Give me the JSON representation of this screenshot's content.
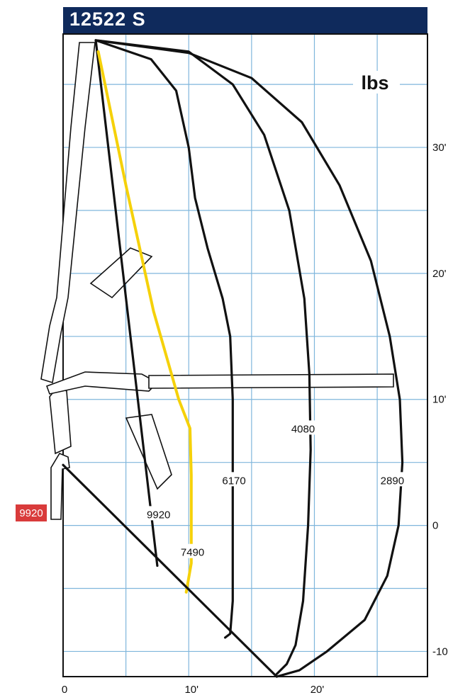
{
  "chart_data": {
    "type": "line",
    "title": "12522 S",
    "unit_label": "lbs",
    "xlim": [
      0,
      29
    ],
    "ylim": [
      -12,
      39
    ],
    "x_ticks": [
      0,
      10,
      20
    ],
    "x_tick_labels": [
      "0",
      "10'",
      "20'"
    ],
    "y_ticks": [
      -10,
      0,
      10,
      20,
      30
    ],
    "y_tick_labels": [
      "-10",
      "0",
      "10'",
      "20'",
      "30'"
    ],
    "grid": true,
    "colors": {
      "title_bar": "#0f2a5c",
      "grid": "#7fb6dc",
      "curves": "#111111",
      "highlight_curve": "#f5d10a",
      "callout": "#d93b3b"
    },
    "series": [
      {
        "name": "9920",
        "color": "#111111",
        "points": [
          [
            2.6,
            38.5
          ],
          [
            7.5,
            -3.2
          ]
        ]
      },
      {
        "name": "7490",
        "color": "#f5d10a",
        "points": [
          [
            2.8,
            37.6
          ],
          [
            5.0,
            27.0
          ],
          [
            7.2,
            17.0
          ],
          [
            9.2,
            10.0
          ],
          [
            10.1,
            7.7
          ],
          [
            10.2,
            4.0
          ],
          [
            10.2,
            -3.0
          ],
          [
            9.8,
            -5.3
          ]
        ]
      },
      {
        "name": "6170",
        "color": "#111111",
        "points": [
          [
            2.6,
            38.5
          ],
          [
            7.0,
            37.0
          ],
          [
            9.0,
            34.5
          ],
          [
            10.0,
            30.0
          ],
          [
            10.5,
            26.0
          ],
          [
            11.5,
            22.0
          ],
          [
            12.7,
            18.0
          ],
          [
            13.3,
            15.0
          ],
          [
            13.5,
            10.0
          ],
          [
            13.5,
            0.0
          ],
          [
            13.5,
            -6.0
          ],
          [
            13.3,
            -8.6
          ],
          [
            12.9,
            -8.9
          ]
        ]
      },
      {
        "name": "4080",
        "color": "#111111",
        "points": [
          [
            2.6,
            38.5
          ],
          [
            10.0,
            37.6
          ],
          [
            13.5,
            35.0
          ],
          [
            16.0,
            31.0
          ],
          [
            18.0,
            25.0
          ],
          [
            19.2,
            18.0
          ],
          [
            19.6,
            12.0
          ],
          [
            19.7,
            6.0
          ],
          [
            19.5,
            0.0
          ],
          [
            19.1,
            -6.0
          ],
          [
            18.5,
            -9.5
          ],
          [
            17.8,
            -11.0
          ],
          [
            17.0,
            -11.8
          ]
        ]
      },
      {
        "name": "2890",
        "color": "#111111",
        "points": [
          [
            2.6,
            38.5
          ],
          [
            10.0,
            37.5
          ],
          [
            15.0,
            35.5
          ],
          [
            19.0,
            32.0
          ],
          [
            22.0,
            27.0
          ],
          [
            24.5,
            21.0
          ],
          [
            26.0,
            15.0
          ],
          [
            26.8,
            10.0
          ],
          [
            27.0,
            5.0
          ],
          [
            26.7,
            0.0
          ],
          [
            25.8,
            -4.0
          ],
          [
            24.0,
            -7.5
          ],
          [
            21.0,
            -10.0
          ],
          [
            18.8,
            -11.5
          ],
          [
            17.0,
            -12.0
          ]
        ]
      },
      {
        "name": "base-line",
        "color": "#111111",
        "points": [
          [
            0.0,
            4.8
          ],
          [
            17.0,
            -12.0
          ]
        ]
      }
    ],
    "labels": [
      {
        "text": "9920",
        "x": 7.6,
        "y": 0.8
      },
      {
        "text": "7490",
        "x": 10.3,
        "y": -2.2
      },
      {
        "text": "6170",
        "x": 13.6,
        "y": 3.5
      },
      {
        "text": "4080",
        "x": 19.1,
        "y": 7.6
      },
      {
        "text": "2890",
        "x": 26.2,
        "y": 3.5
      }
    ],
    "callout": {
      "text": "9920",
      "x": -1.3,
      "y": 0.5
    }
  }
}
